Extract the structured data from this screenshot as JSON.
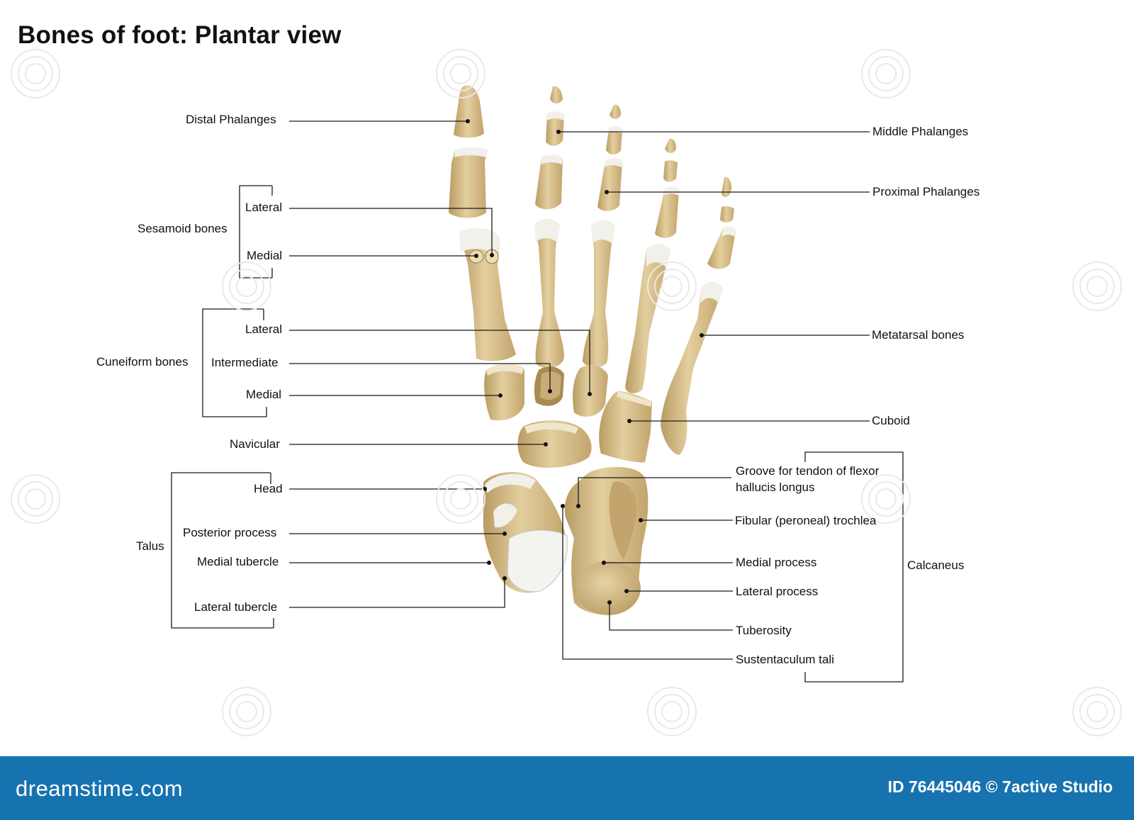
{
  "title": "Bones of foot: Plantar view",
  "colors": {
    "bone": "#d8c08c",
    "bone_shade": "#b89a62",
    "cartilage": "#f3f3ef",
    "leader": "#1a1a1a",
    "footer": "#1673b0"
  },
  "labels": {
    "distal_phalanges": "Distal Phalanges",
    "middle_phalanges": "Middle Phalanges",
    "proximal_phalanges": "Proximal Phalanges",
    "sesamoid_bones": "Sesamoid bones",
    "sesamoid_lateral": "Lateral",
    "sesamoid_medial": "Medial",
    "metatarsal_bones": "Metatarsal bones",
    "cuneiform_bones": "Cuneiform bones",
    "cuneiform_lateral": "Lateral",
    "cuneiform_intermediate": "Intermediate",
    "cuneiform_medial": "Medial",
    "cuboid": "Cuboid",
    "navicular": "Navicular",
    "talus": "Talus",
    "talus_head": "Head",
    "talus_posterior_process": "Posterior process",
    "talus_medial_tubercle": "Medial tubercle",
    "talus_lateral_tubercle": "Lateral tubercle",
    "groove_line1": "Groove for tendon of flexor",
    "groove_line2": "hallucis longus",
    "fibular_trochlea": "Fibular (peroneal) trochlea",
    "medial_process": "Medial process",
    "lateral_process": "Lateral process",
    "tuberosity": "Tuberosity",
    "sustentaculum_tali": "Sustentaculum tali",
    "calcaneus": "Calcaneus"
  },
  "footer": {
    "logo": "dreamstime.com",
    "credit": "ID 76445046 © 7active Studio"
  },
  "icons": {
    "watermark": "spiral-watermark-icon"
  }
}
